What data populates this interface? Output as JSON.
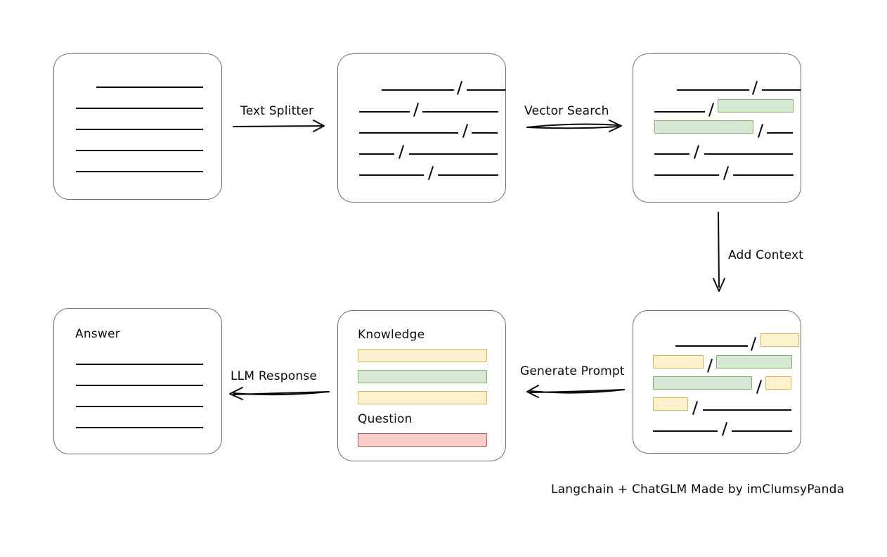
{
  "diagram": {
    "type": "flow-diagram",
    "caption": "Langchain + ChatGLM Made by imClumsyPanda",
    "colors": {
      "green_fill": "#d5e8d4",
      "green_border": "#82b366",
      "yellow_fill": "#fdf2cd",
      "yellow_border": "#d6b656",
      "red_fill": "#f8cecc",
      "red_border": "#b85450",
      "card_border": "#6b6b6b",
      "line": "#0a0a0a"
    },
    "nodes": [
      {
        "id": "source-document",
        "title": "",
        "lines": [
          {
            "segments": [
              {
                "kind": "rule",
                "width": 152
              }
            ],
            "indent": 60
          },
          {
            "segments": [
              {
                "kind": "rule",
                "width": 181
              }
            ],
            "indent": 31
          },
          {
            "segments": [
              {
                "kind": "rule",
                "width": 181
              }
            ],
            "indent": 31
          },
          {
            "segments": [
              {
                "kind": "rule",
                "width": 181
              }
            ],
            "indent": 31
          },
          {
            "segments": [
              {
                "kind": "rule",
                "width": 181
              }
            ],
            "indent": 31
          }
        ]
      },
      {
        "id": "split-chunks",
        "title": "",
        "lines": [
          {
            "segments": [
              {
                "kind": "rule",
                "width": 103
              },
              {
                "kind": "slash"
              },
              {
                "kind": "rule",
                "width": 55
              }
            ],
            "indent": 62
          },
          {
            "segments": [
              {
                "kind": "rule",
                "width": 72
              },
              {
                "kind": "slash"
              },
              {
                "kind": "rule",
                "width": 108
              }
            ],
            "indent": 30
          },
          {
            "segments": [
              {
                "kind": "rule",
                "width": 141
              },
              {
                "kind": "slash"
              },
              {
                "kind": "rule",
                "width": 37
              }
            ],
            "indent": 30
          },
          {
            "segments": [
              {
                "kind": "rule",
                "width": 50
              },
              {
                "kind": "slash"
              },
              {
                "kind": "rule",
                "width": 126
              }
            ],
            "indent": 30
          },
          {
            "segments": [
              {
                "kind": "rule",
                "width": 92
              },
              {
                "kind": "slash"
              },
              {
                "kind": "rule",
                "width": 86
              }
            ],
            "indent": 30
          }
        ]
      },
      {
        "id": "vector-matched-chunks",
        "title": "",
        "lines": [
          {
            "segments": [
              {
                "kind": "rule",
                "width": 103
              },
              {
                "kind": "slash"
              },
              {
                "kind": "rule",
                "width": 55
              }
            ],
            "indent": 62
          },
          {
            "segments": [
              {
                "kind": "rule",
                "width": 72
              },
              {
                "kind": "slash"
              },
              {
                "kind": "chip",
                "color": "green",
                "width": 108
              }
            ],
            "indent": 30
          },
          {
            "segments": [
              {
                "kind": "chip",
                "color": "green",
                "width": 141
              },
              {
                "kind": "slash"
              },
              {
                "kind": "rule",
                "width": 37
              }
            ],
            "indent": 30
          },
          {
            "segments": [
              {
                "kind": "rule",
                "width": 50
              },
              {
                "kind": "slash"
              },
              {
                "kind": "rule",
                "width": 126
              }
            ],
            "indent": 30
          },
          {
            "segments": [
              {
                "kind": "rule",
                "width": 92
              },
              {
                "kind": "slash"
              },
              {
                "kind": "rule",
                "width": 86
              }
            ],
            "indent": 30
          }
        ]
      },
      {
        "id": "context-added-chunks",
        "title": "",
        "lines": [
          {
            "segments": [
              {
                "kind": "rule",
                "width": 103
              },
              {
                "kind": "slash"
              },
              {
                "kind": "chip",
                "color": "yellow",
                "width": 55
              }
            ],
            "indent": 62
          },
          {
            "segments": [
              {
                "kind": "chip",
                "color": "yellow",
                "width": 72
              },
              {
                "kind": "slash"
              },
              {
                "kind": "chip",
                "color": "green",
                "width": 108
              }
            ],
            "indent": 30
          },
          {
            "segments": [
              {
                "kind": "chip",
                "color": "green",
                "width": 141
              },
              {
                "kind": "slash"
              },
              {
                "kind": "chip",
                "color": "yellow",
                "width": 37
              }
            ],
            "indent": 30
          },
          {
            "segments": [
              {
                "kind": "chip",
                "color": "yellow",
                "width": 50
              },
              {
                "kind": "slash"
              },
              {
                "kind": "rule",
                "width": 126
              }
            ],
            "indent": 30
          },
          {
            "segments": [
              {
                "kind": "rule",
                "width": 92
              },
              {
                "kind": "slash"
              },
              {
                "kind": "rule",
                "width": 86
              }
            ],
            "indent": 30
          }
        ]
      },
      {
        "id": "prompt",
        "title": "",
        "headings": [
          {
            "label": "Knowledge"
          },
          {
            "label": "Question"
          }
        ]
      },
      {
        "id": "answer",
        "title": "Answer",
        "lines": [
          {
            "segments": [
              {
                "kind": "rule",
                "width": 181
              }
            ],
            "indent": 31
          },
          {
            "segments": [
              {
                "kind": "rule",
                "width": 181
              }
            ],
            "indent": 31
          },
          {
            "segments": [
              {
                "kind": "rule",
                "width": 181
              }
            ],
            "indent": 31
          },
          {
            "segments": [
              {
                "kind": "rule",
                "width": 181
              }
            ],
            "indent": 31
          }
        ]
      }
    ],
    "prompt_box": {
      "knowledge_label": "Knowledge",
      "question_label": "Question",
      "knowledge_chips": [
        {
          "color": "yellow"
        },
        {
          "color": "green"
        },
        {
          "color": "yellow"
        }
      ],
      "question_chips": [
        {
          "color": "red"
        }
      ]
    },
    "edges": [
      {
        "id": "text-splitter",
        "label": "Text Splitter",
        "direction": "right"
      },
      {
        "id": "vector-search",
        "label": "Vector Search",
        "direction": "right"
      },
      {
        "id": "add-context",
        "label": "Add Context",
        "direction": "down"
      },
      {
        "id": "generate-prompt",
        "label": "Generate Prompt",
        "direction": "left"
      },
      {
        "id": "llm-response",
        "label": "LLM Response",
        "direction": "left"
      }
    ]
  }
}
